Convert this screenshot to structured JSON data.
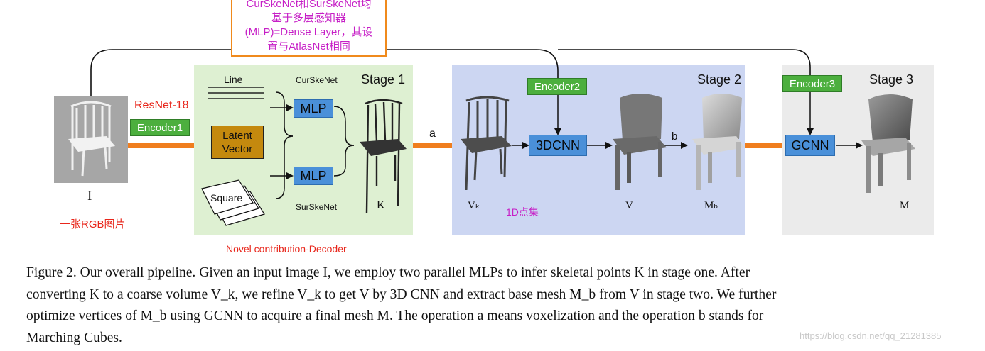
{
  "note": {
    "lines": [
      "CurSkeNet和SurSkeNet均",
      "基于多层感知器",
      "(MLP)=Dense Layer，其设",
      "置与AtlasNet相同"
    ]
  },
  "input": {
    "resnet": "ResNet-18",
    "encoder": "Encoder1",
    "symbol": "I",
    "caption_cn": "一张RGB图片"
  },
  "stage1": {
    "title": "Stage 1",
    "line_label": "Line",
    "curskenet": "CurSkeNet",
    "surskenet": "SurSkeNet",
    "latent_line1": "Latent",
    "latent_line2": "Vector",
    "mlp_top": "MLP",
    "mlp_bottom": "MLP",
    "square": "Square",
    "symbol": "K",
    "decoder_note": "Novel contribution-Decoder"
  },
  "op_a": "a",
  "op_b": "b",
  "stage2": {
    "title": "Stage 2",
    "encoder": "Encoder2",
    "cnn": "3DCNN",
    "vk_main": "V",
    "vk_sub": "k",
    "points_cn": "1D点集",
    "v": "V",
    "mb_main": "M",
    "mb_sub": "b"
  },
  "stage3": {
    "title": "Stage 3",
    "encoder": "Encoder3",
    "gcnn": "GCNN",
    "m": "M"
  },
  "caption": {
    "line1": "Figure 2. Our overall pipeline.  Given an input image I, we employ two parallel MLPs to infer skeletal points K in stage one.  After",
    "line2": "converting K to a coarse volume V_k, we refine V_k to get V by 3D CNN and extract base mesh M_b from V in stage two.  We further",
    "line3": "optimize vertices of M_b using GCNN to acquire a final mesh M.  The operation a means voxelization and the operation b stands for",
    "line4": "Marching Cubes."
  },
  "watermark": "https://blog.csdn.net/qq_21281385",
  "colors": {
    "stage1_bg": "#def0d2",
    "stage2_bg": "#ccd6f2",
    "stage3_bg": "#ebebeb",
    "encoder": "#4caf3e",
    "block": "#4a90d9",
    "latent": "#c4890e",
    "orange": "#f07e1e",
    "magenta": "#c61fc6",
    "red": "#e8261b"
  }
}
